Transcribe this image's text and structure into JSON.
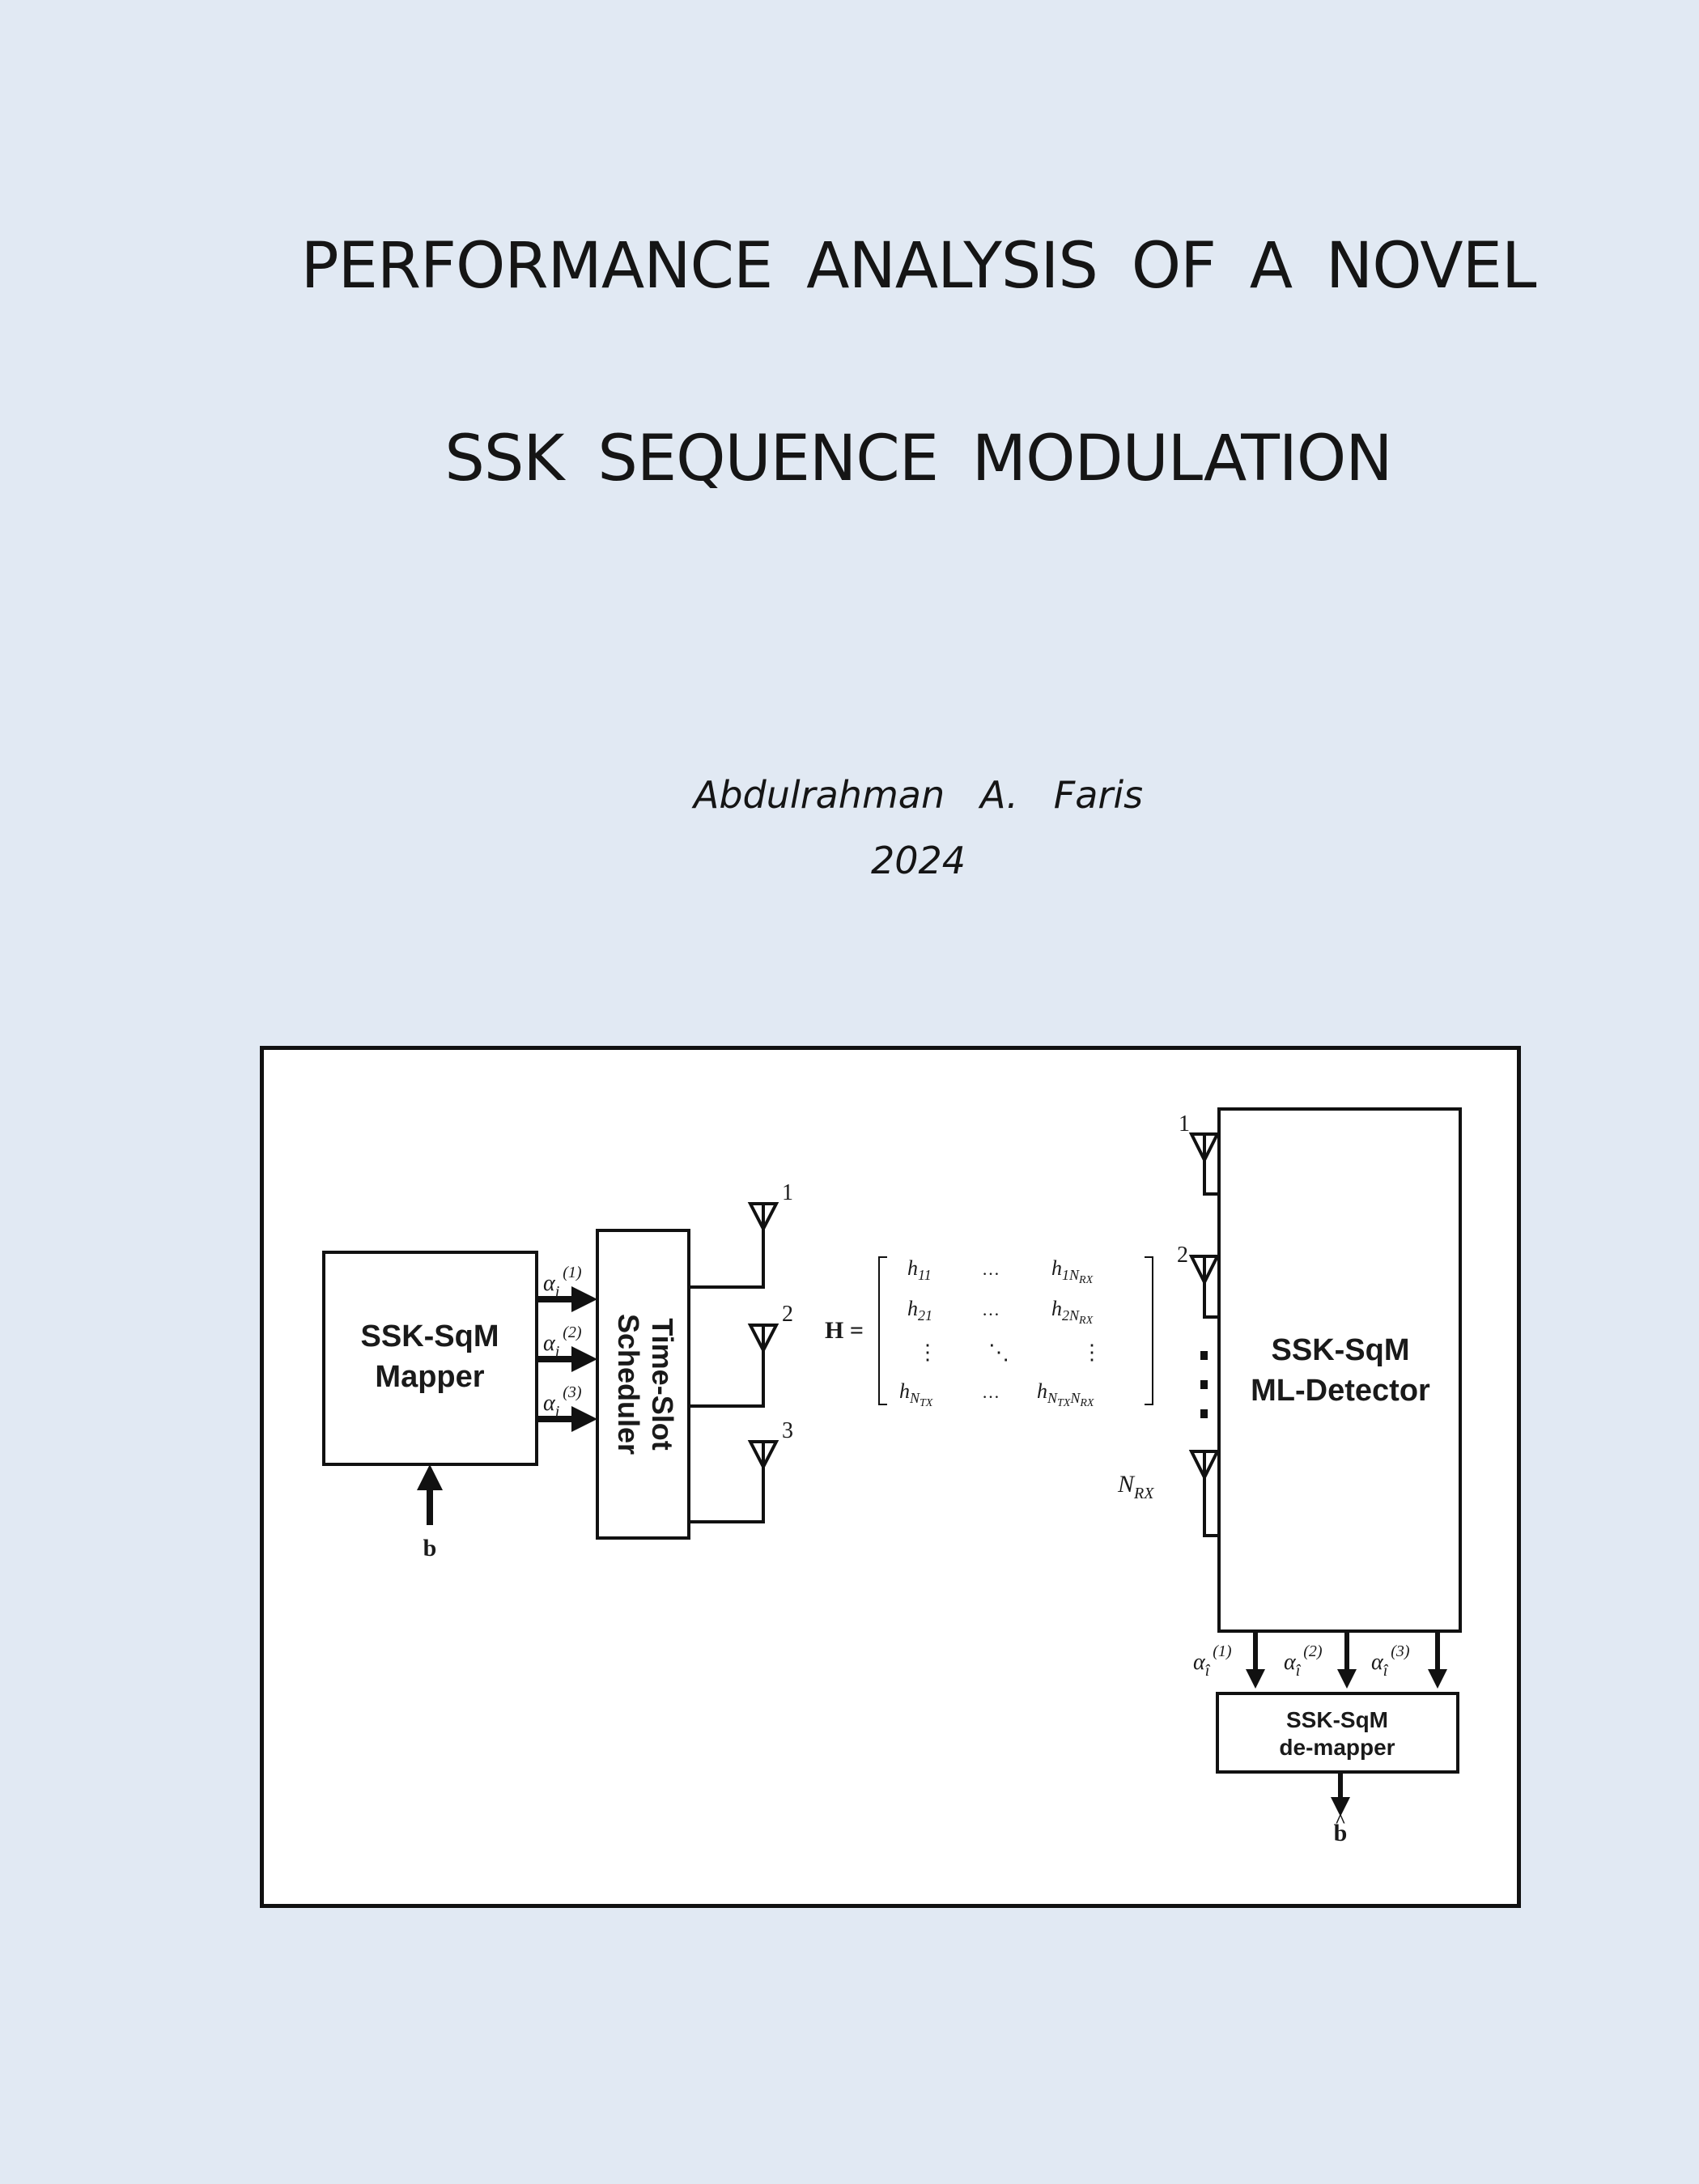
{
  "cover": {
    "title_line1": "PERFORMANCE ANALYSIS OF A NOVEL",
    "title_line2": "SSK SEQUENCE MODULATION",
    "author": "Abdulrahman   A.   Faris",
    "year": "2024"
  },
  "diagram": {
    "mapper": {
      "line1": "SSK-SqM",
      "line2": "Mapper"
    },
    "scheduler": {
      "line1": "Time-Slot",
      "line2": "Scheduler"
    },
    "input_bits": "b",
    "alpha_symbol": "α",
    "alpha_sub": "i",
    "alpha_sup": [
      "(1)",
      "(2)",
      "(3)"
    ],
    "tx_antenna_labels": [
      "1",
      "2",
      "3"
    ],
    "channel": {
      "lhs": "H =",
      "row1": [
        "h",
        "11",
        "…",
        "h",
        "1N",
        "RX"
      ],
      "row2": [
        "h",
        "21",
        "…",
        "h",
        "2N",
        "RX"
      ],
      "dots": [
        "⋮",
        "⋱",
        "⋮"
      ],
      "row4": [
        "h",
        "N",
        "TX",
        "…",
        "h",
        "N",
        "TX",
        "N",
        "RX"
      ]
    },
    "rx_antenna_labels": [
      "1",
      "2"
    ],
    "rx_last": {
      "n": "N",
      "sub": "RX"
    },
    "detector": {
      "line1": "SSK-SqM",
      "line2": "ML-Detector"
    },
    "est_alpha_sub": "î",
    "demapper": {
      "line1": "SSK-SqM",
      "line2": "de-mapper"
    },
    "output_bits": "b",
    "output_hat": "^"
  }
}
